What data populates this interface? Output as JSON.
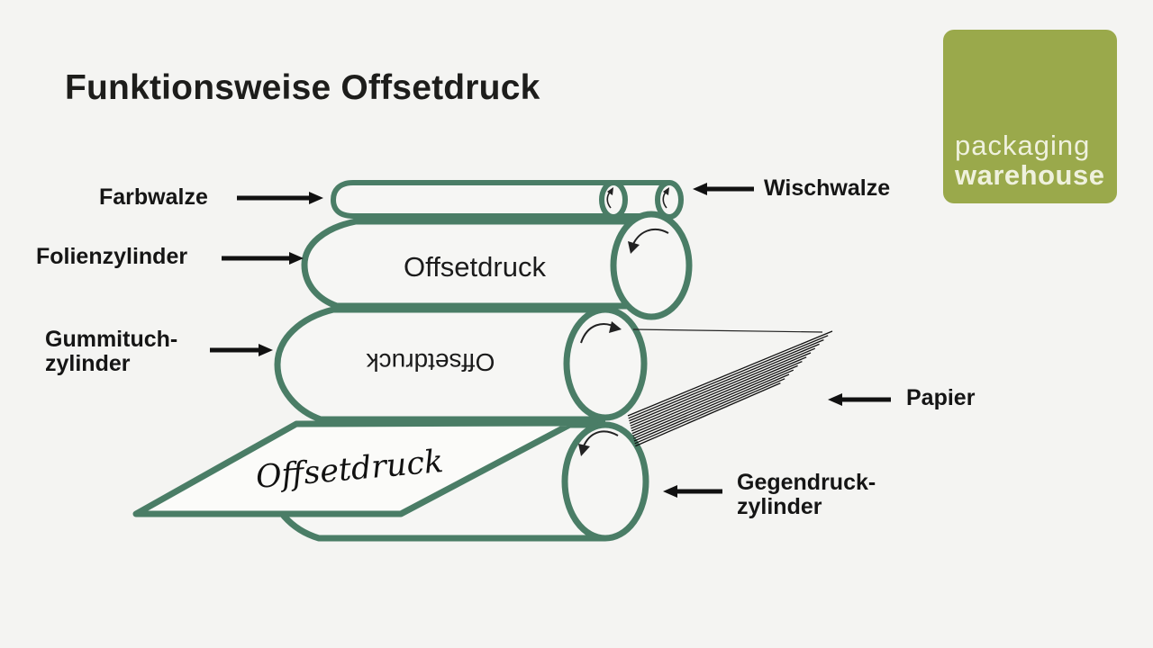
{
  "title": "Funktionsweise Offsetdruck",
  "logo": {
    "line1": "packaging",
    "line2": "warehouse",
    "bg_color": "#9aa94b",
    "text_color": "#eff1dd"
  },
  "colors": {
    "background": "#f4f4f2",
    "cylinder_outline_green": "#4a7d66",
    "cylinder_fill": "#f6f6f4",
    "label_text": "#151515",
    "arrow_black": "#111111"
  },
  "diagram": {
    "cylinder_texts": {
      "folienzylinder": "Offsetdruck",
      "gummituchzylinder": "Offsetdruck",
      "sheet": "Offsetdruck"
    },
    "labels": {
      "farbwalze": "Farbwalze",
      "wischwalze": "Wischwalze",
      "folienzylinder": "Folienzylinder",
      "gummituchzylinder": "Gummituch-\nzylinder",
      "papier": "Papier",
      "gegendruckzylinder": "Gegendruck-\nzylinder"
    }
  }
}
